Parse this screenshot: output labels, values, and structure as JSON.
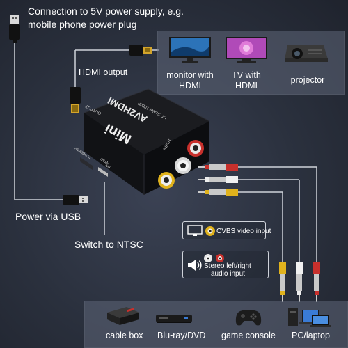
{
  "power_supply": {
    "line1": "Connection to 5V power supply, e.g.",
    "line2": "mobile phone power plug"
  },
  "hdmi_output_label": "HDMI output",
  "power_usb_label": "Power via USB",
  "switch_label": "Switch to NTSC",
  "outputs": [
    {
      "label_line1": "monitor with",
      "label_line2": "HDMI",
      "icon": "monitor-icon"
    },
    {
      "label_line1": "TV with",
      "label_line2": "HDMI",
      "icon": "tv-icon"
    },
    {
      "label_line1": "projector",
      "label_line2": "",
      "icon": "projector-icon"
    }
  ],
  "converter": {
    "brand": "AV2HDMI",
    "model": "Mini",
    "subtitle": "UP Scaler 1080P",
    "output_port": "OUTPUT",
    "input_port": "INPUT",
    "power_port": "POWER/5V",
    "mode_label": "NTSC",
    "mode_label2": "PAL"
  },
  "cvbs_input_label": "CVBS video input",
  "audio_input": {
    "line1": "Stereo left/right",
    "line2": "audio input"
  },
  "sources": [
    {
      "label": "cable box",
      "icon": "cable-box-icon"
    },
    {
      "label": "Blu-ray/DVD",
      "icon": "bluray-player-icon"
    },
    {
      "label": "game console",
      "icon": "gamepad-icon"
    },
    {
      "label": "PC/laptop",
      "icon": "pc-laptop-icon"
    }
  ],
  "colors": {
    "background": "#2a303d",
    "panel": "#5f6678",
    "rca_red": "#c8302c",
    "rca_white": "#e8e8e8",
    "rca_yellow": "#e0b21c"
  }
}
